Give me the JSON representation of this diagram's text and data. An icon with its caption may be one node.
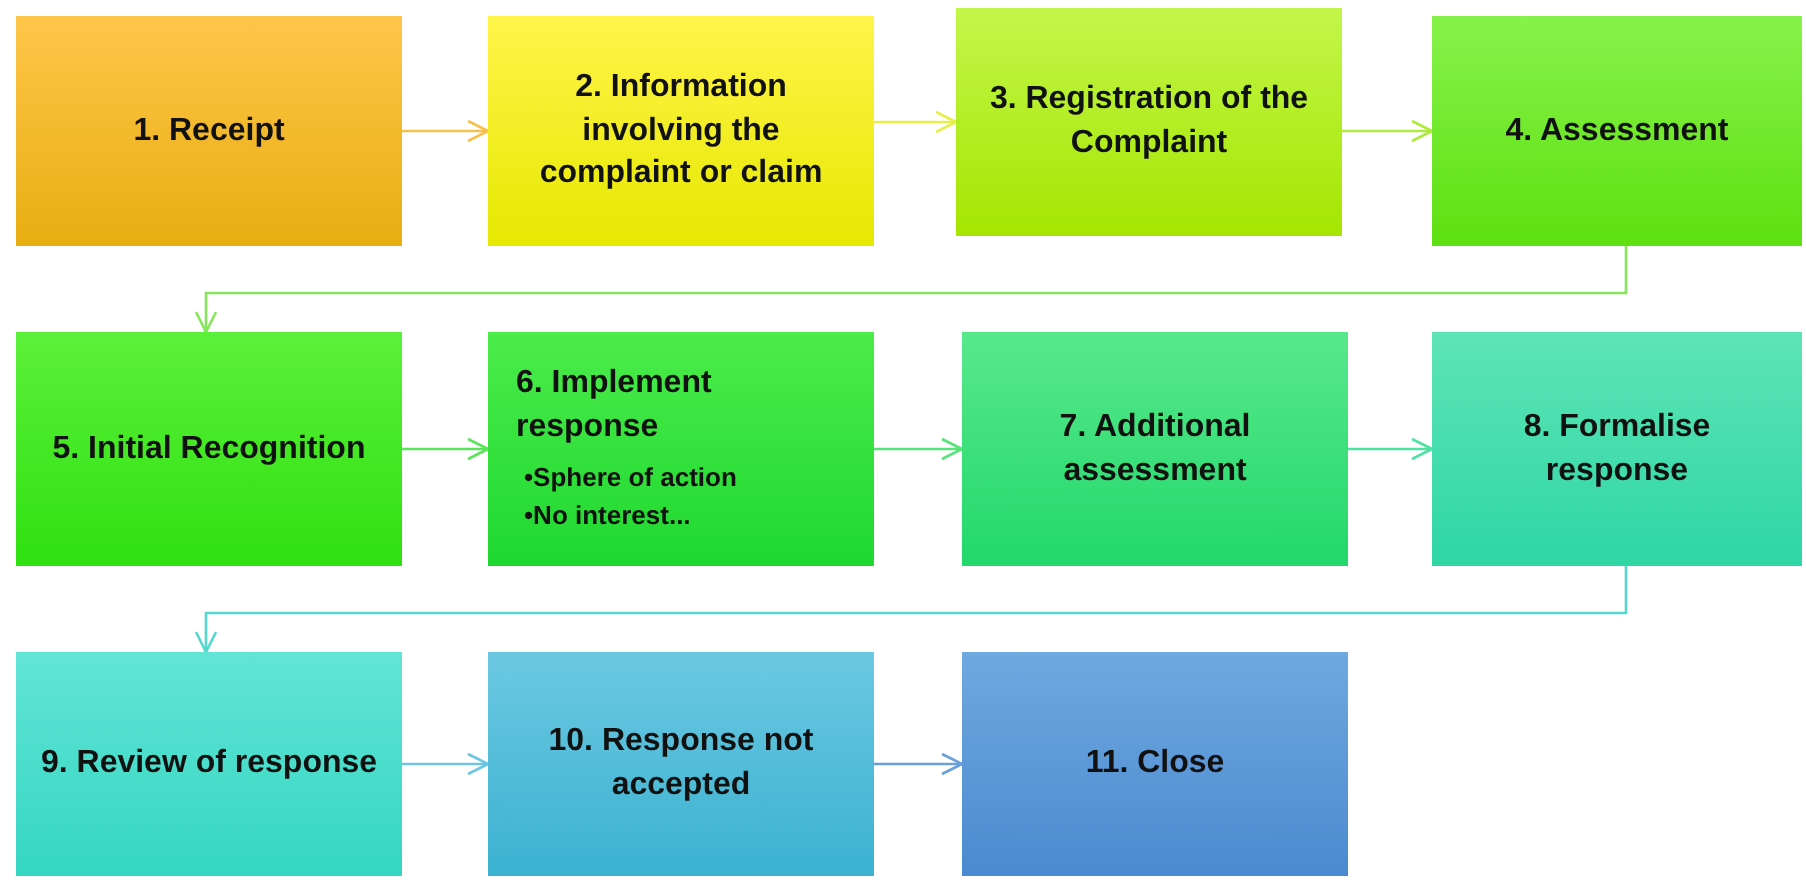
{
  "diagram": {
    "nodes": [
      {
        "text": [
          "1. Receipt"
        ]
      },
      {
        "text": [
          "2. Information involving the complaint or claim"
        ]
      },
      {
        "text": [
          "3. Registration of the Complaint"
        ]
      },
      {
        "text": [
          "4. Assessment"
        ]
      },
      {
        "text": [
          "5. Initial Recognition"
        ]
      },
      {
        "text": [
          "6. Implement response",
          "•Sphere of action",
          "•No interest..."
        ]
      },
      {
        "text": [
          "7. Additional assessment"
        ]
      },
      {
        "text": [
          "8. Formalise response"
        ]
      },
      {
        "text": [
          "9. Review of response"
        ]
      },
      {
        "text": [
          "10. Response not accepted"
        ]
      },
      {
        "text": [
          "11. Close"
        ]
      }
    ],
    "edges": [
      {
        "from": 0,
        "to": 1,
        "arrow": "to",
        "color": "#f7c04a"
      },
      {
        "from": 1,
        "to": 2,
        "arrow": "to",
        "color": "#e6ef4a"
      },
      {
        "from": 2,
        "to": 3,
        "arrow": "to",
        "color": "#b0ea3c"
      },
      {
        "from": 3,
        "to": 4,
        "arrow": "to",
        "color": "#86e65a"
      },
      {
        "from": 4,
        "to": 5,
        "arrow": "to",
        "color": "#5ae45a"
      },
      {
        "from": 5,
        "to": 6,
        "arrow": "to",
        "color": "#56e47a"
      },
      {
        "from": 6,
        "to": 7,
        "arrow": "to",
        "color": "#4ee2a2"
      },
      {
        "from": 7,
        "to": 8,
        "arrow": "to",
        "color": "#52d8cc"
      },
      {
        "from": 8,
        "to": 9,
        "arrow": "to",
        "color": "#6cc6e2"
      },
      {
        "from": 9,
        "to": 10,
        "arrow": "to",
        "color": "#6aa0da"
      }
    ]
  }
}
